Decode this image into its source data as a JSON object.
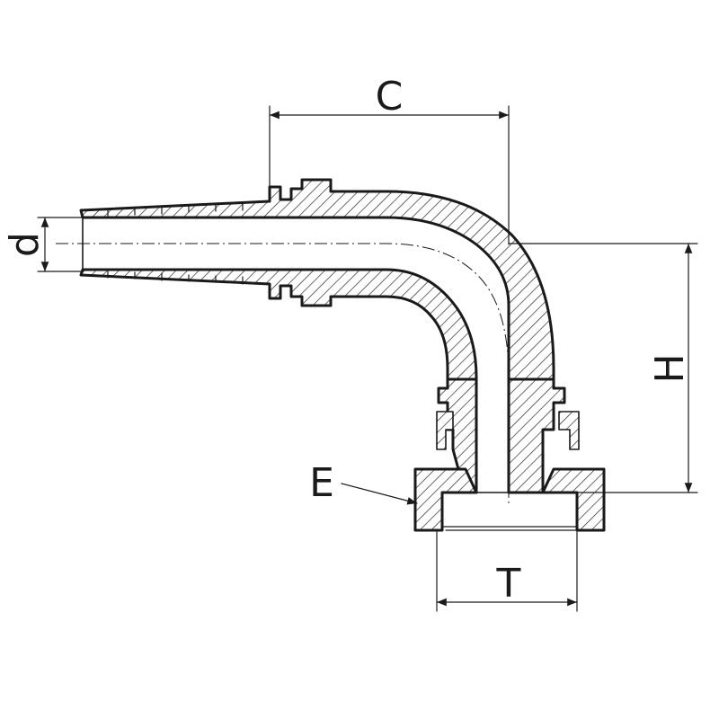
{
  "labels": {
    "c": "C",
    "d": "d",
    "h": "H",
    "e": "E",
    "t": "T"
  }
}
